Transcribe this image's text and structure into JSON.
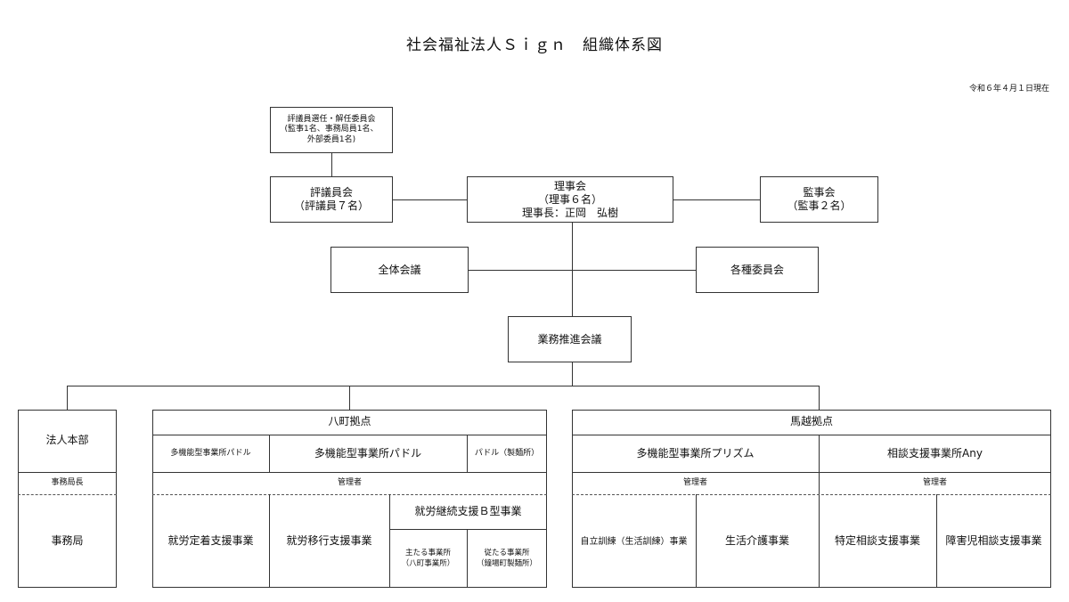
{
  "header": {
    "title": "社会福祉法人Ｓｉｇｎ　組織体系図",
    "date": "令和６年４月１日現在"
  },
  "top": {
    "selection_committee": "評議員選任・解任委員会\n(監事1名、事務局員1名、\n外部委員1名)",
    "councilors": "評議員会\n（評議員７名）",
    "board": "理事会\n（理事６名）\n理事長：正岡　弘樹",
    "auditors": "監事会\n（監事２名）",
    "general_meeting": "全体会議",
    "committees": "各種委員会",
    "business_meeting": "業務推進会議"
  },
  "hq": {
    "title": "法人本部",
    "chief": "事務局長",
    "office": "事務局"
  },
  "hatcho": {
    "title": "八町拠点",
    "left_small": "多機能型事業所パドル",
    "center": "多機能型事業所パドル",
    "right_small": "パドル（製麺所）",
    "manager": "管理者",
    "svc1": "就労定着支援事業",
    "svc2": "就労移行支援事業",
    "svc3": "就労継続支援Ｂ型事業",
    "main_office": "主たる事業所\n（八町事業所）",
    "sub_office": "従たる事業所\n（鐘場町製麺所）"
  },
  "magoshi": {
    "title": "馬越拠点",
    "prism": "多機能型事業所プリズム",
    "any": "相談支援事業所Any",
    "manager_left": "管理者",
    "manager_right": "管理者",
    "svc1": "自立訓練（生活訓練）事業",
    "svc2": "生活介護事業",
    "svc3": "特定相談支援事業",
    "svc4": "障害児相談支援事業"
  }
}
